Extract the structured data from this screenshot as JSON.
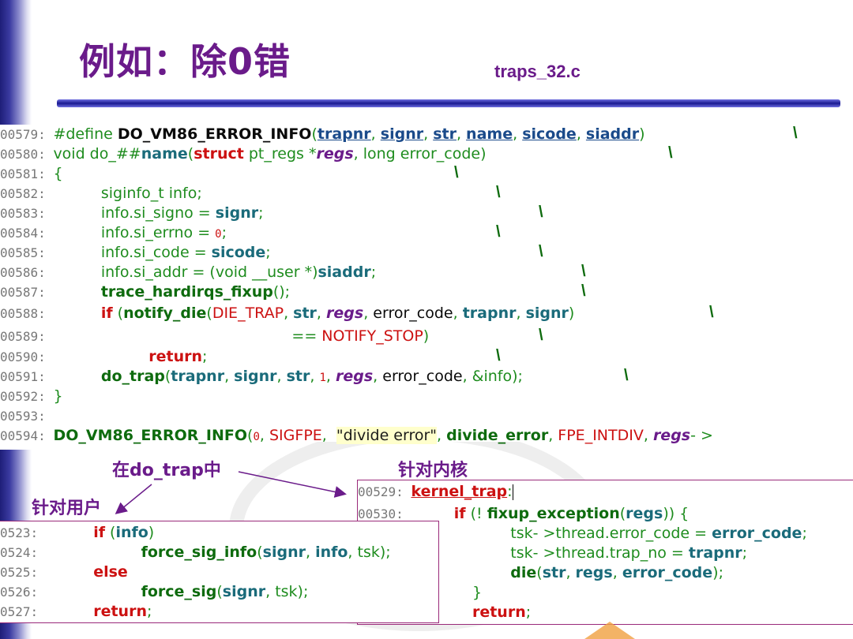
{
  "slide": {
    "title": "例如：除0错",
    "filename": "traps_32.c"
  },
  "code_lines": [
    {
      "no": "00579",
      "html_key": "l579"
    },
    {
      "no": "00580",
      "html_key": "l580"
    },
    {
      "no": "00581",
      "html_key": "l581"
    },
    {
      "no": "00582",
      "html_key": "l582"
    },
    {
      "no": "00583",
      "html_key": "l583"
    },
    {
      "no": "00584",
      "html_key": "l584"
    },
    {
      "no": "00585",
      "html_key": "l585"
    },
    {
      "no": "00586",
      "html_key": "l586"
    },
    {
      "no": "00587",
      "html_key": "l587"
    },
    {
      "no": "00588",
      "html_key": "l588"
    },
    {
      "no": "00589",
      "html_key": "l589"
    },
    {
      "no": "00590",
      "html_key": "l590"
    },
    {
      "no": "00591",
      "html_key": "l591"
    },
    {
      "no": "00592",
      "html_key": "l592"
    },
    {
      "no": "00593",
      "html_key": "l593"
    },
    {
      "no": "00594",
      "html_key": "l594"
    }
  ],
  "annotations": {
    "in_do_trap": "在do_trap中",
    "for_kernel": "针对内核",
    "for_user": "针对用户"
  },
  "user_box": {
    "line_numbers": [
      "0523",
      "0524",
      "0525",
      "0526",
      "0527"
    ]
  },
  "kernel_box": {
    "line_numbers": [
      "00529",
      "00530"
    ]
  }
}
